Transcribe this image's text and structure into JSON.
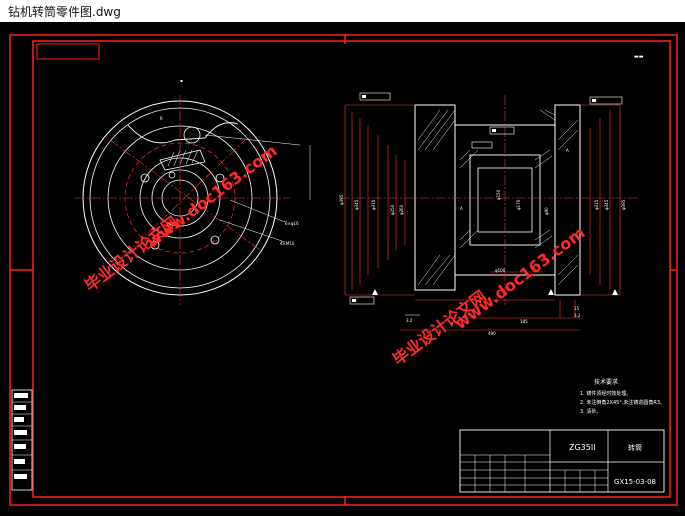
{
  "window": {
    "title": "钻机转筒零件图.dwg"
  },
  "drawing": {
    "frame_color": "#ff2020",
    "line_color": "#ffffff",
    "hidden_color": "#ff3030",
    "tech_title": "技术要求",
    "tech_notes": [
      "1. 铸件须经时效处理。",
      "2. 未注倒角2X45°,未注铸造圆角R3。",
      "3. 清砂。"
    ],
    "title_block": {
      "material": "ZG35II",
      "name": "转筒",
      "code": "GX15-03-08"
    },
    "watermark_cn": "毕业设计论文网",
    "watermark_url": "www.doc163.com"
  }
}
